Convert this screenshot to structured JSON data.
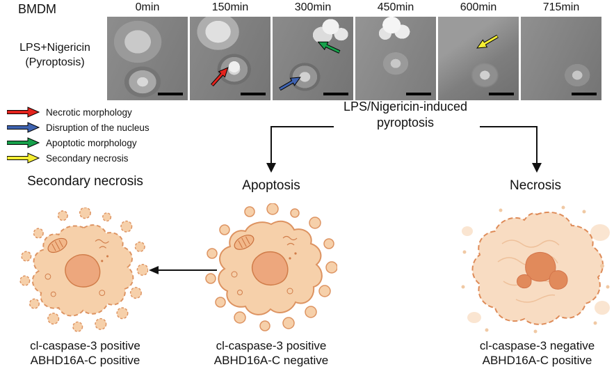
{
  "header": {
    "cell_line": "BMDM",
    "treatment_line1": "LPS+Nigericin",
    "treatment_line2": "(Pyroptosis)",
    "timepoints": [
      "0min",
      "150min",
      "300min",
      "450min",
      "600min",
      "715min"
    ]
  },
  "legend": {
    "items": [
      {
        "label": "Necrotic morphology",
        "color": "#e3231d"
      },
      {
        "label": "Disruption of the nucleus",
        "color": "#3f63b0"
      },
      {
        "label": "Apoptotic morphology",
        "color": "#17a04b"
      },
      {
        "label": "Secondary necrosis",
        "color": "#f5ee33"
      }
    ]
  },
  "flow": {
    "line1": "LPS/Nigericin-induced",
    "line2": "pyroptosis"
  },
  "outcomes": {
    "secondary_necrosis": {
      "title": "Secondary necrosis",
      "caption1": "cl-caspase-3 positive",
      "caption2": "ABHD16A-C positive"
    },
    "apoptosis": {
      "title": "Apoptosis",
      "caption1": "cl-caspase-3 positive",
      "caption2": "ABHD16A-C negative"
    },
    "necrosis": {
      "title": "Necrosis",
      "caption1": "cl-caspase-3 negative",
      "caption2": "ABHD16A-C positive"
    }
  }
}
